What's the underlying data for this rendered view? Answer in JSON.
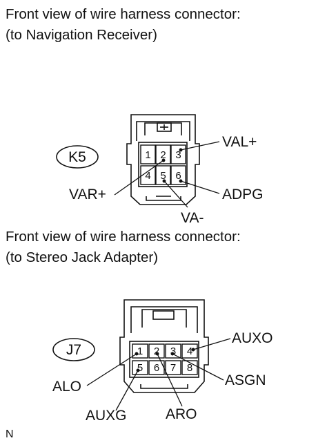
{
  "section1": {
    "title_line1": "Front view of wire harness connector:",
    "title_line2": "(to Navigation Receiver)",
    "connector_id": "K5",
    "pins": [
      "1",
      "2",
      "3",
      "4",
      "5",
      "6"
    ],
    "labels": {
      "val_plus": "VAL+",
      "var_plus": "VAR+",
      "adpg": "ADPG",
      "va_minus": "VA-"
    }
  },
  "section2": {
    "title_line1": "Front view of wire harness connector:",
    "title_line2": "(to Stereo Jack Adapter)",
    "connector_id": "J7",
    "pins": [
      "1",
      "2",
      "3",
      "4",
      "5",
      "6",
      "7",
      "8"
    ],
    "labels": {
      "auxo": "AUXO",
      "alo": "ALO",
      "asgn": "ASGN",
      "auxg": "AUXG",
      "aro": "ARO"
    }
  },
  "footer_mark": "N"
}
